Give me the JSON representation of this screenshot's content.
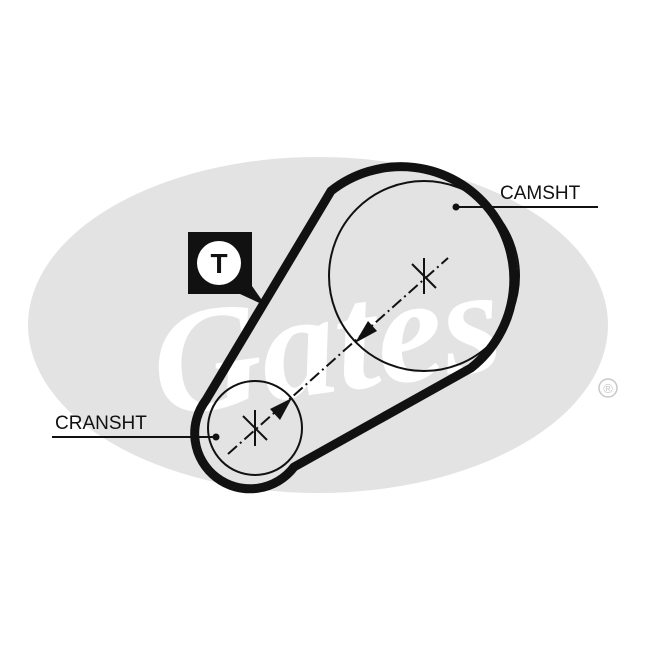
{
  "labels": {
    "camshaft": "CAMSHT",
    "crankshaft": "CRANSHT"
  },
  "tensioner_badge": {
    "letter": "T"
  },
  "watermark": {
    "brand": "Gates",
    "registered_mark": "®"
  },
  "colors": {
    "belt": "#111111",
    "watermark": "#e3e3e3",
    "badge_bg": "#111111",
    "badge_fg": "#ffffff"
  }
}
